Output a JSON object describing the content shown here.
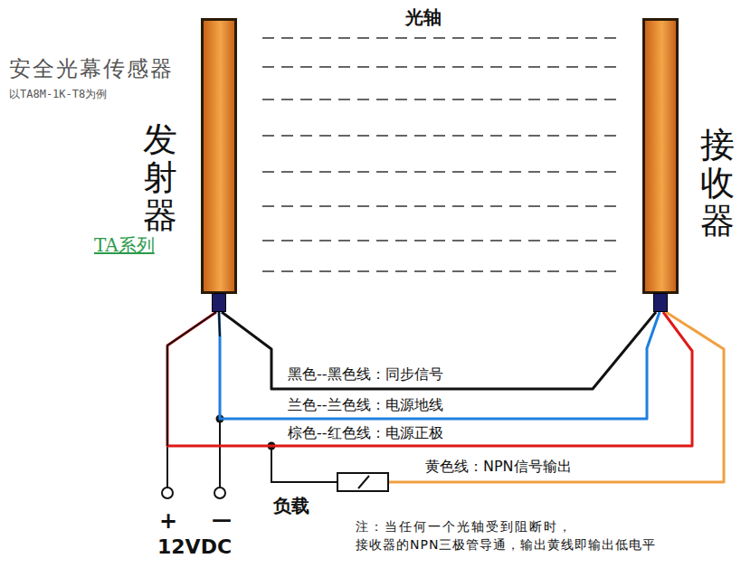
{
  "diagram": {
    "title": "安全光幕传感器",
    "nodes": [
      {
        "text": [
          "发射器"
        ]
      },
      {
        "text": [
          "接收器"
        ]
      },
      {
        "text": [
          "负载"
        ]
      }
    ],
    "edges": [
      {
        "from": 0,
        "to": 1,
        "arrow": "none",
        "label": "黑色--黑色线：同步信号"
      },
      {
        "from": 0,
        "to": 1,
        "arrow": "none",
        "label": "兰色--兰色线：电源地线"
      },
      {
        "from": 0,
        "to": 1,
        "arrow": "none",
        "label": "棕色--红色线：电源正极"
      },
      {
        "from": 1,
        "to": 2,
        "arrow": "none",
        "label": "黄色线：NPN信号输出"
      }
    ],
    "labels": [
      "光轴",
      "以TA8M-1K-T8为例",
      "TA系列",
      "+",
      "—",
      "12VDC",
      "注：当任何一个光轴受到阻断时，",
      "接收器的NPN三极管导通，输出黄线即输出低电平"
    ]
  }
}
